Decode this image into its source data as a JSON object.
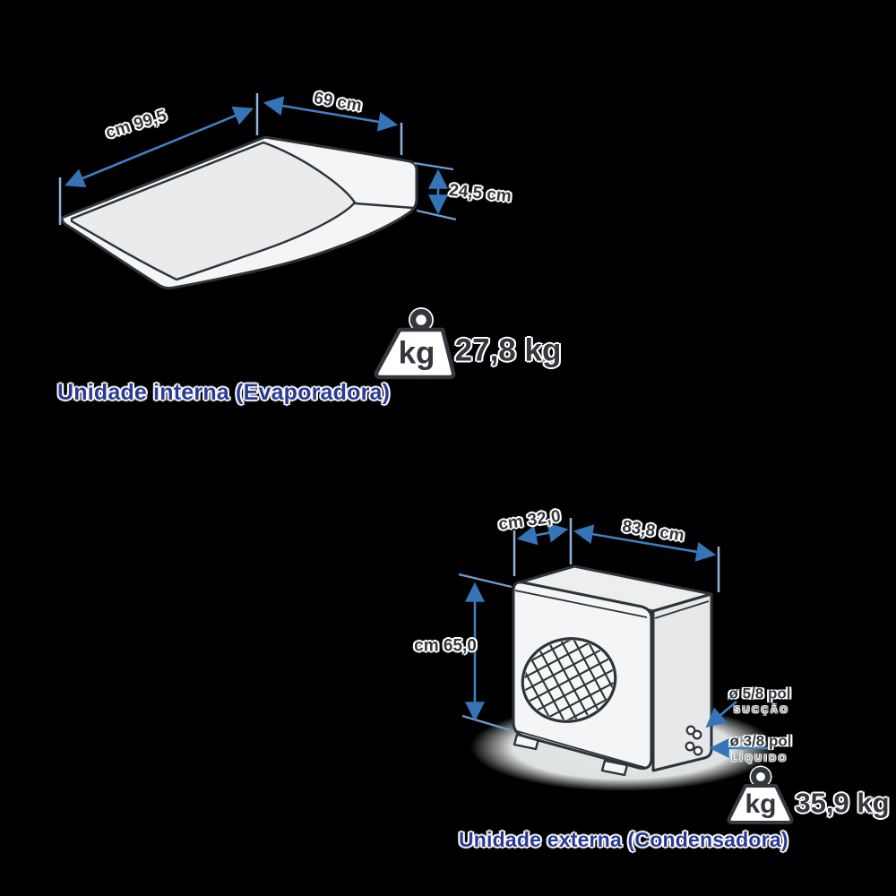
{
  "colors": {
    "background": "#000000",
    "dimension_arrow_blue": "#3f7fc1",
    "tick_blue": "#8fb4dc",
    "line_art_dark": "#2e3338",
    "unit_fill": "#f4f5f6",
    "unit_shade": "#e8eaeb",
    "title_navy": "#2a3a94",
    "dimension_text": "#33373d",
    "muted_gray_text": "#9aa0a5"
  },
  "indoor_unit": {
    "title": "Unidade interna (Evaporadora)",
    "dimensions": {
      "width": "cm 99,5",
      "depth": "69 cm",
      "height": "24,5 cm"
    },
    "weight": {
      "icon_label": "kg",
      "value": "27,8 kg"
    }
  },
  "outdoor_unit": {
    "title": "Unidade externa (Condensadora)",
    "dimensions": {
      "depth": "cm 32,0",
      "width": "83,8 cm",
      "height": "cm 65,0"
    },
    "weight": {
      "icon_label": "kg",
      "value": "35,9 kg"
    },
    "pipes": {
      "suction": {
        "size": "ø 5/8 pol",
        "label": "SUCÇÃO"
      },
      "liquid": {
        "size": "ø 3/8 pol",
        "label": "LÍQUIDO"
      }
    }
  }
}
